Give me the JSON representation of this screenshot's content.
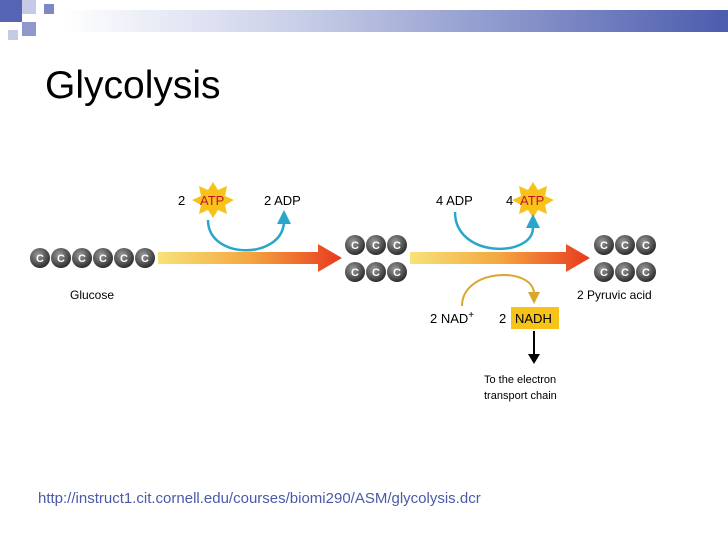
{
  "slide": {
    "title": "Glycolysis",
    "source_url": "http://instruct1.cit.cornell.edu/courses/biomi290/ASM/glycolysis.dcr"
  },
  "diagram": {
    "carbon_letter": "C",
    "glucose_carbons": 6,
    "intermediate_carbons_per_molecule": 3,
    "labels": {
      "glucose": "Glucose",
      "pyruvic_acid": "2 Pyruvic acid",
      "atp_in_count": "2",
      "atp_in": "ATP",
      "adp_out": "2 ADP",
      "adp_in": "4 ADP",
      "atp_out_count": "4",
      "atp_out": "ATP",
      "nad": "2 NAD",
      "nad_sup": "+",
      "nadh_count": "2",
      "nadh": "NADH",
      "etc_line1": "To the electron",
      "etc_line2": "transport chain"
    }
  },
  "colors": {
    "atp_star": "#f7c21a",
    "nadh_box": "#f7c21a",
    "arrow_start": "#f7d84a",
    "arrow_end": "#e8391e",
    "energy_arrow": "#29a6c9",
    "nad_arrow": "#d9a72a",
    "atp_text": "#c8102e",
    "header_bar": "#5363b0"
  }
}
